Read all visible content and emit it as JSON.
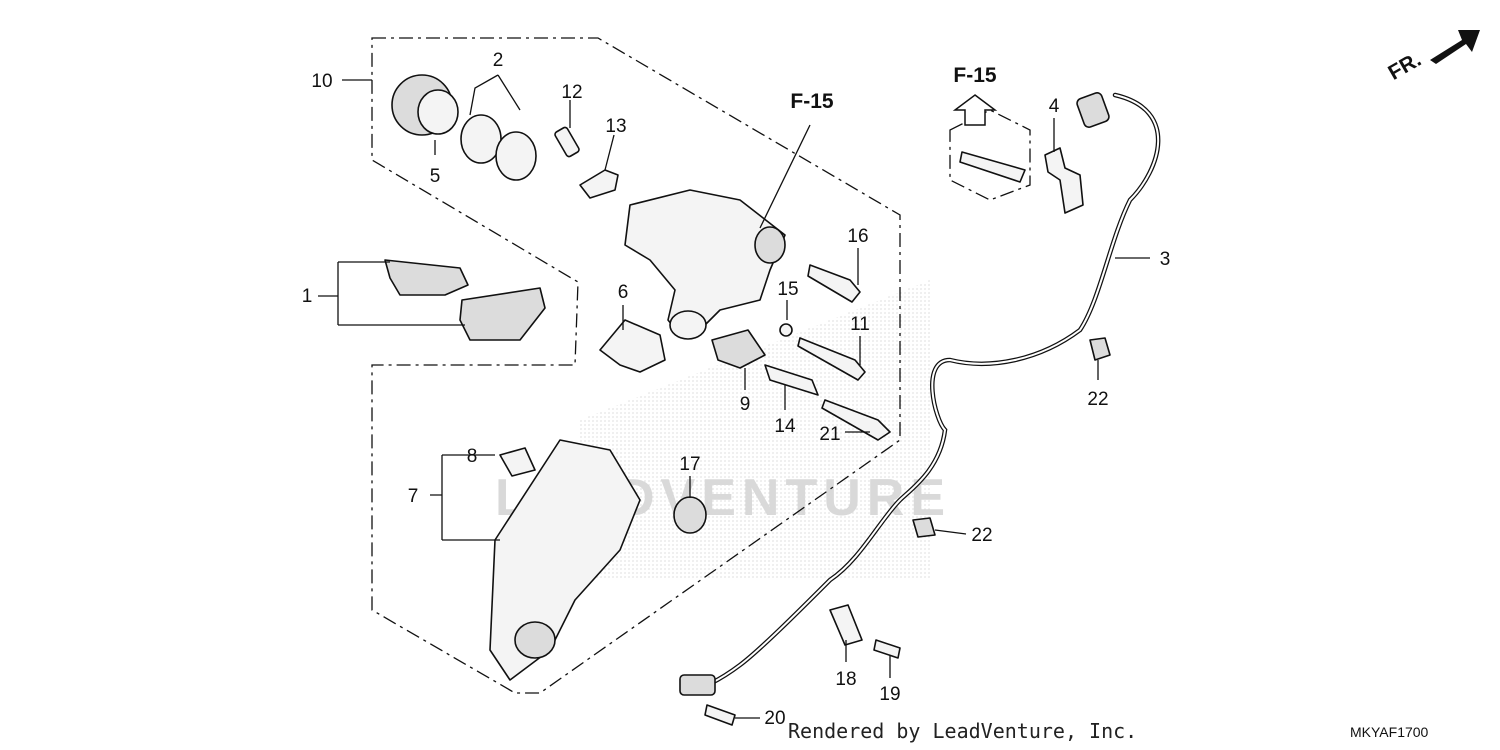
{
  "diagram": {
    "callouts": [
      "1",
      "2",
      "3",
      "4",
      "5",
      "6",
      "7",
      "8",
      "9",
      "10",
      "11",
      "12",
      "13",
      "14",
      "15",
      "16",
      "17",
      "18",
      "19",
      "20",
      "21",
      "22",
      "22"
    ],
    "ref_labels": [
      "F-15",
      "F-15"
    ],
    "direction_label": "FR.",
    "watermark": "LEADVENTURE",
    "credit": "Rendered by LeadVenture, Inc.",
    "diagram_code": "MKYAF1700"
  }
}
